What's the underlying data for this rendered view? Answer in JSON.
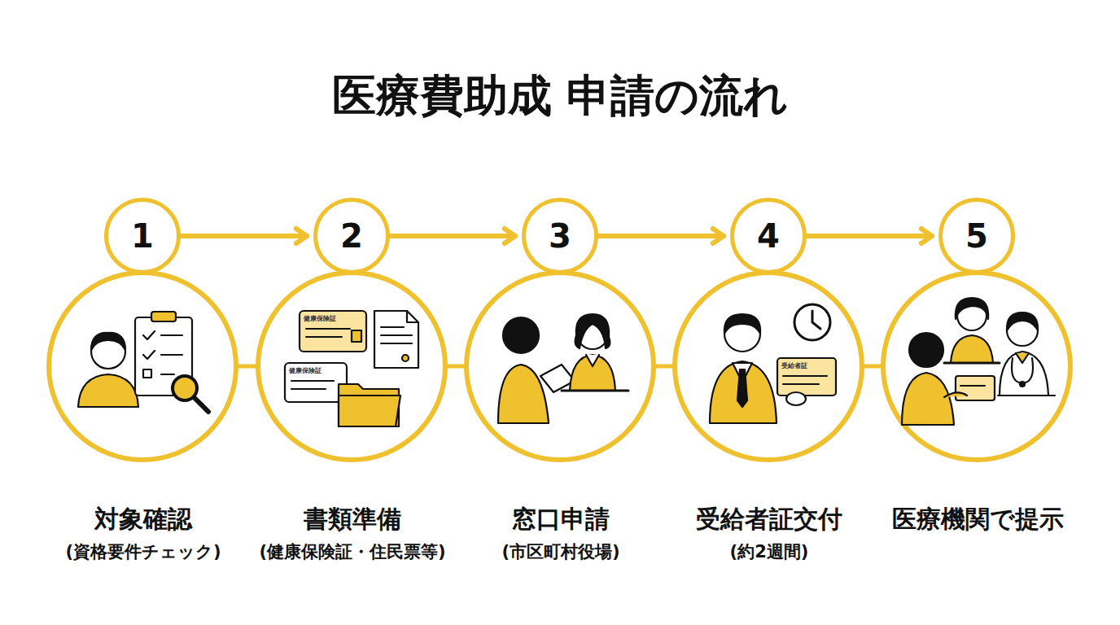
{
  "diagram": {
    "title": "医療費助成 申請の流れ",
    "nodes": [
      {
        "text": [
          "1"
        ]
      },
      {
        "text": [
          "対象確認",
          "(資格要件チェック)"
        ]
      },
      {
        "text": [
          "2"
        ]
      },
      {
        "text": [
          "書類準備",
          "(健康保険証・住民票等)"
        ]
      },
      {
        "text": [
          "3"
        ]
      },
      {
        "text": [
          "窓口申請",
          "(市区町村役場)"
        ]
      },
      {
        "text": [
          "4"
        ]
      },
      {
        "text": [
          "受給者証交付",
          "(約2週間)"
        ]
      },
      {
        "text": [
          "5"
        ]
      },
      {
        "text": [
          "医療機関で提示"
        ]
      }
    ],
    "edges": [
      {
        "from": 0,
        "to": 2,
        "arrow": "to"
      },
      {
        "from": 2,
        "to": 4,
        "arrow": "to"
      },
      {
        "from": 4,
        "to": 6,
        "arrow": "to"
      },
      {
        "from": 6,
        "to": 8,
        "arrow": "to"
      },
      {
        "from": 1,
        "to": 3,
        "arrow": "none"
      },
      {
        "from": 3,
        "to": 5,
        "arrow": "none"
      },
      {
        "from": 5,
        "to": 7,
        "arrow": "none"
      },
      {
        "from": 7,
        "to": 9,
        "arrow": "none"
      }
    ],
    "labels": [
      "健康保険証",
      "健康保険証",
      "受給者証"
    ]
  }
}
